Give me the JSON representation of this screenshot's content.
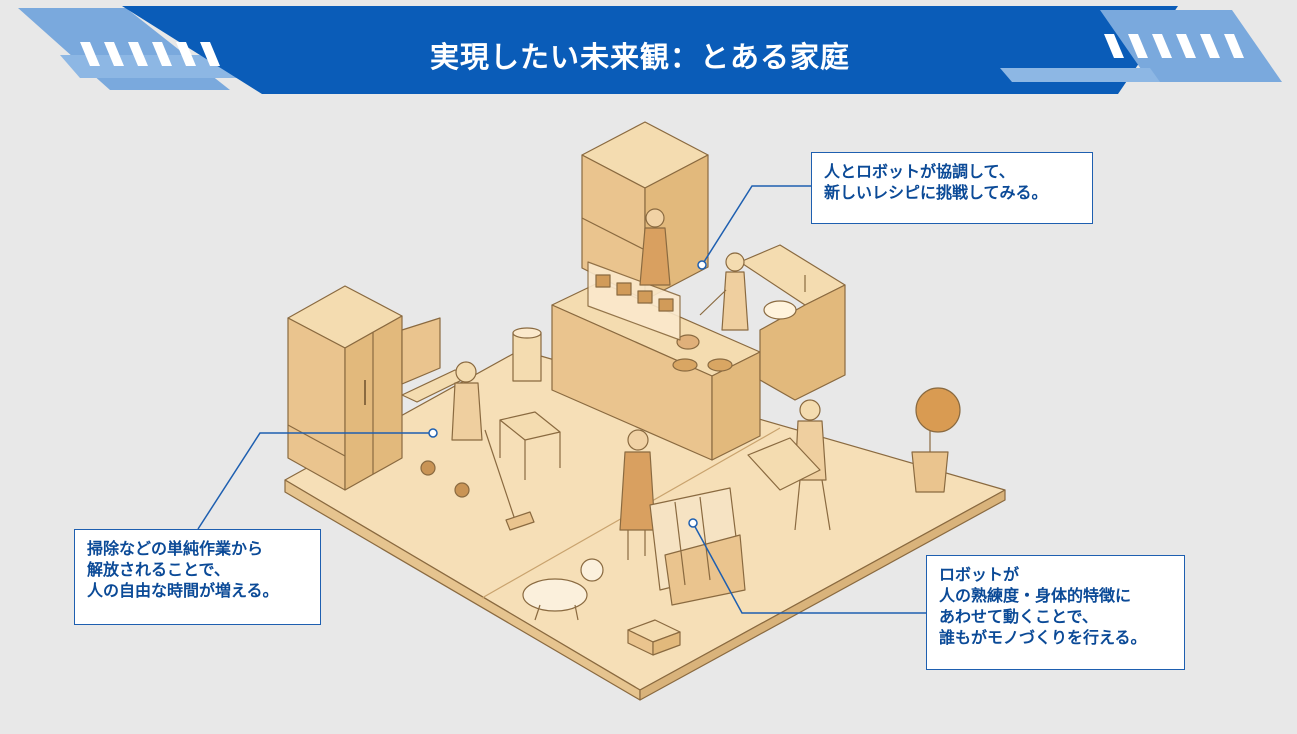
{
  "header": {
    "title": "実現したい未来観：とある家庭"
  },
  "callouts": {
    "cooking": {
      "lines": [
        "人とロボットが協調して、",
        "新しいレシピに挑戦してみる。"
      ]
    },
    "cleaning": {
      "lines": [
        "掃除などの単純作業から",
        "解放されることで、",
        "人の自由な時間が増える。"
      ]
    },
    "crafting": {
      "lines": [
        "ロボットが",
        "人の熟練度・身体的特徴に",
        "あわせて動くことで、",
        "誰もがモノづくりを行える。"
      ]
    }
  },
  "colors": {
    "banner_blue": "#0a5cb8",
    "banner_light_blue": "#7aa9dd",
    "floor": "#f6dfb7",
    "wood": "#eac48e",
    "outline": "#8a6a40",
    "callout_border": "#1e5fb0",
    "callout_text": "#0b4a97",
    "background": "#e8e8e8"
  }
}
